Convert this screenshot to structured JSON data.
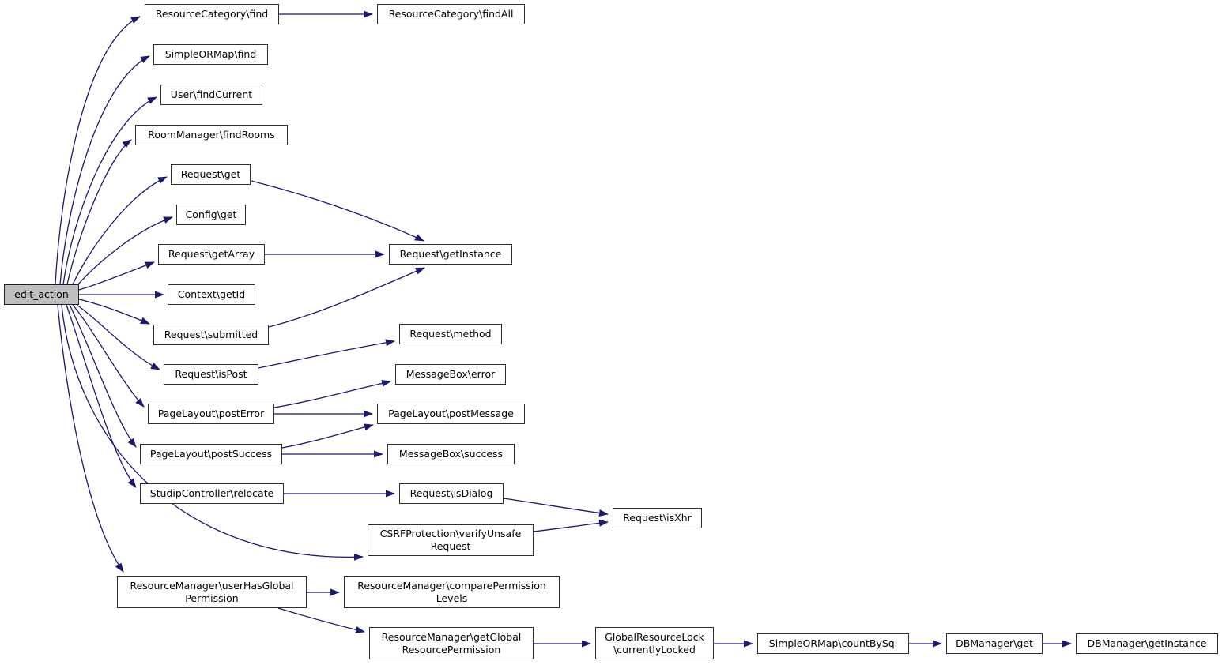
{
  "diagram": {
    "type": "call-graph",
    "colors": {
      "edge": "#191970",
      "node_border": "#2e2e2e",
      "node_background": "#ffffff",
      "root_background": "#bfbfbf",
      "text": "#000000"
    },
    "nodes": {
      "edit_action": {
        "label": "edit_action"
      },
      "rc_find": {
        "label": "ResourceCategory\\find"
      },
      "rc_findall": {
        "label": "ResourceCategory\\findAll"
      },
      "sorm_find": {
        "label": "SimpleORMap\\find"
      },
      "user_findcurrent": {
        "label": "User\\findCurrent"
      },
      "rm_findrooms": {
        "label": "RoomManager\\findRooms"
      },
      "request_get": {
        "label": "Request\\get"
      },
      "config_get": {
        "label": "Config\\get"
      },
      "request_getarray": {
        "label": "Request\\getArray"
      },
      "request_getinstance": {
        "label": "Request\\getInstance"
      },
      "context_getid": {
        "label": "Context\\getId"
      },
      "request_submitted": {
        "label": "Request\\submitted"
      },
      "request_method": {
        "label": "Request\\method"
      },
      "request_ispost": {
        "label": "Request\\isPost"
      },
      "messagebox_error": {
        "label": "MessageBox\\error"
      },
      "pl_posterror": {
        "label": "PageLayout\\postError"
      },
      "pl_postmessage": {
        "label": "PageLayout\\postMessage"
      },
      "pl_postsuccess": {
        "label": "PageLayout\\postSuccess"
      },
      "messagebox_success": {
        "label": "MessageBox\\success"
      },
      "sc_relocate": {
        "label": "StudipController\\relocate"
      },
      "request_isdialog": {
        "label": "Request\\isDialog"
      },
      "request_isxhr": {
        "label": "Request\\isXhr"
      },
      "csrf_verifyunsafe": {
        "label": "CSRFProtection\\verifyUnsafe\nRequest"
      },
      "rm_userhasglobal": {
        "label": "ResourceManager\\userHasGlobal\nPermission"
      },
      "rm_comparepermission": {
        "label": "ResourceManager\\comparePermission\nLevels"
      },
      "rm_getglobal": {
        "label": "ResourceManager\\getGlobal\nResourcePermission"
      },
      "grl_currentlylocked": {
        "label": "GlobalResourceLock\n\\currentlyLocked"
      },
      "sorm_countbysql": {
        "label": "SimpleORMap\\countBySql"
      },
      "dbm_get": {
        "label": "DBManager\\get"
      },
      "dbm_getinstance": {
        "label": "DBManager\\getInstance"
      }
    },
    "edges": [
      {
        "from": "edit_action",
        "to": "rc_find"
      },
      {
        "from": "edit_action",
        "to": "sorm_find"
      },
      {
        "from": "edit_action",
        "to": "user_findcurrent"
      },
      {
        "from": "edit_action",
        "to": "rm_findrooms"
      },
      {
        "from": "edit_action",
        "to": "request_get"
      },
      {
        "from": "edit_action",
        "to": "config_get"
      },
      {
        "from": "edit_action",
        "to": "request_getarray"
      },
      {
        "from": "edit_action",
        "to": "context_getid"
      },
      {
        "from": "edit_action",
        "to": "request_submitted"
      },
      {
        "from": "edit_action",
        "to": "request_ispost"
      },
      {
        "from": "edit_action",
        "to": "pl_posterror"
      },
      {
        "from": "edit_action",
        "to": "pl_postsuccess"
      },
      {
        "from": "edit_action",
        "to": "sc_relocate"
      },
      {
        "from": "edit_action",
        "to": "csrf_verifyunsafe"
      },
      {
        "from": "edit_action",
        "to": "rm_userhasglobal"
      },
      {
        "from": "rc_find",
        "to": "rc_findall"
      },
      {
        "from": "request_get",
        "to": "request_getinstance"
      },
      {
        "from": "request_getarray",
        "to": "request_getinstance"
      },
      {
        "from": "request_submitted",
        "to": "request_getinstance"
      },
      {
        "from": "request_ispost",
        "to": "request_method"
      },
      {
        "from": "pl_posterror",
        "to": "messagebox_error"
      },
      {
        "from": "pl_posterror",
        "to": "pl_postmessage"
      },
      {
        "from": "pl_postsuccess",
        "to": "pl_postmessage"
      },
      {
        "from": "pl_postsuccess",
        "to": "messagebox_success"
      },
      {
        "from": "sc_relocate",
        "to": "request_isdialog"
      },
      {
        "from": "request_isdialog",
        "to": "request_isxhr"
      },
      {
        "from": "csrf_verifyunsafe",
        "to": "request_isxhr"
      },
      {
        "from": "rm_userhasglobal",
        "to": "rm_comparepermission"
      },
      {
        "from": "rm_userhasglobal",
        "to": "rm_getglobal"
      },
      {
        "from": "rm_getglobal",
        "to": "grl_currentlylocked"
      },
      {
        "from": "grl_currentlylocked",
        "to": "sorm_countbysql"
      },
      {
        "from": "sorm_countbysql",
        "to": "dbm_get"
      },
      {
        "from": "dbm_get",
        "to": "dbm_getinstance"
      }
    ]
  }
}
